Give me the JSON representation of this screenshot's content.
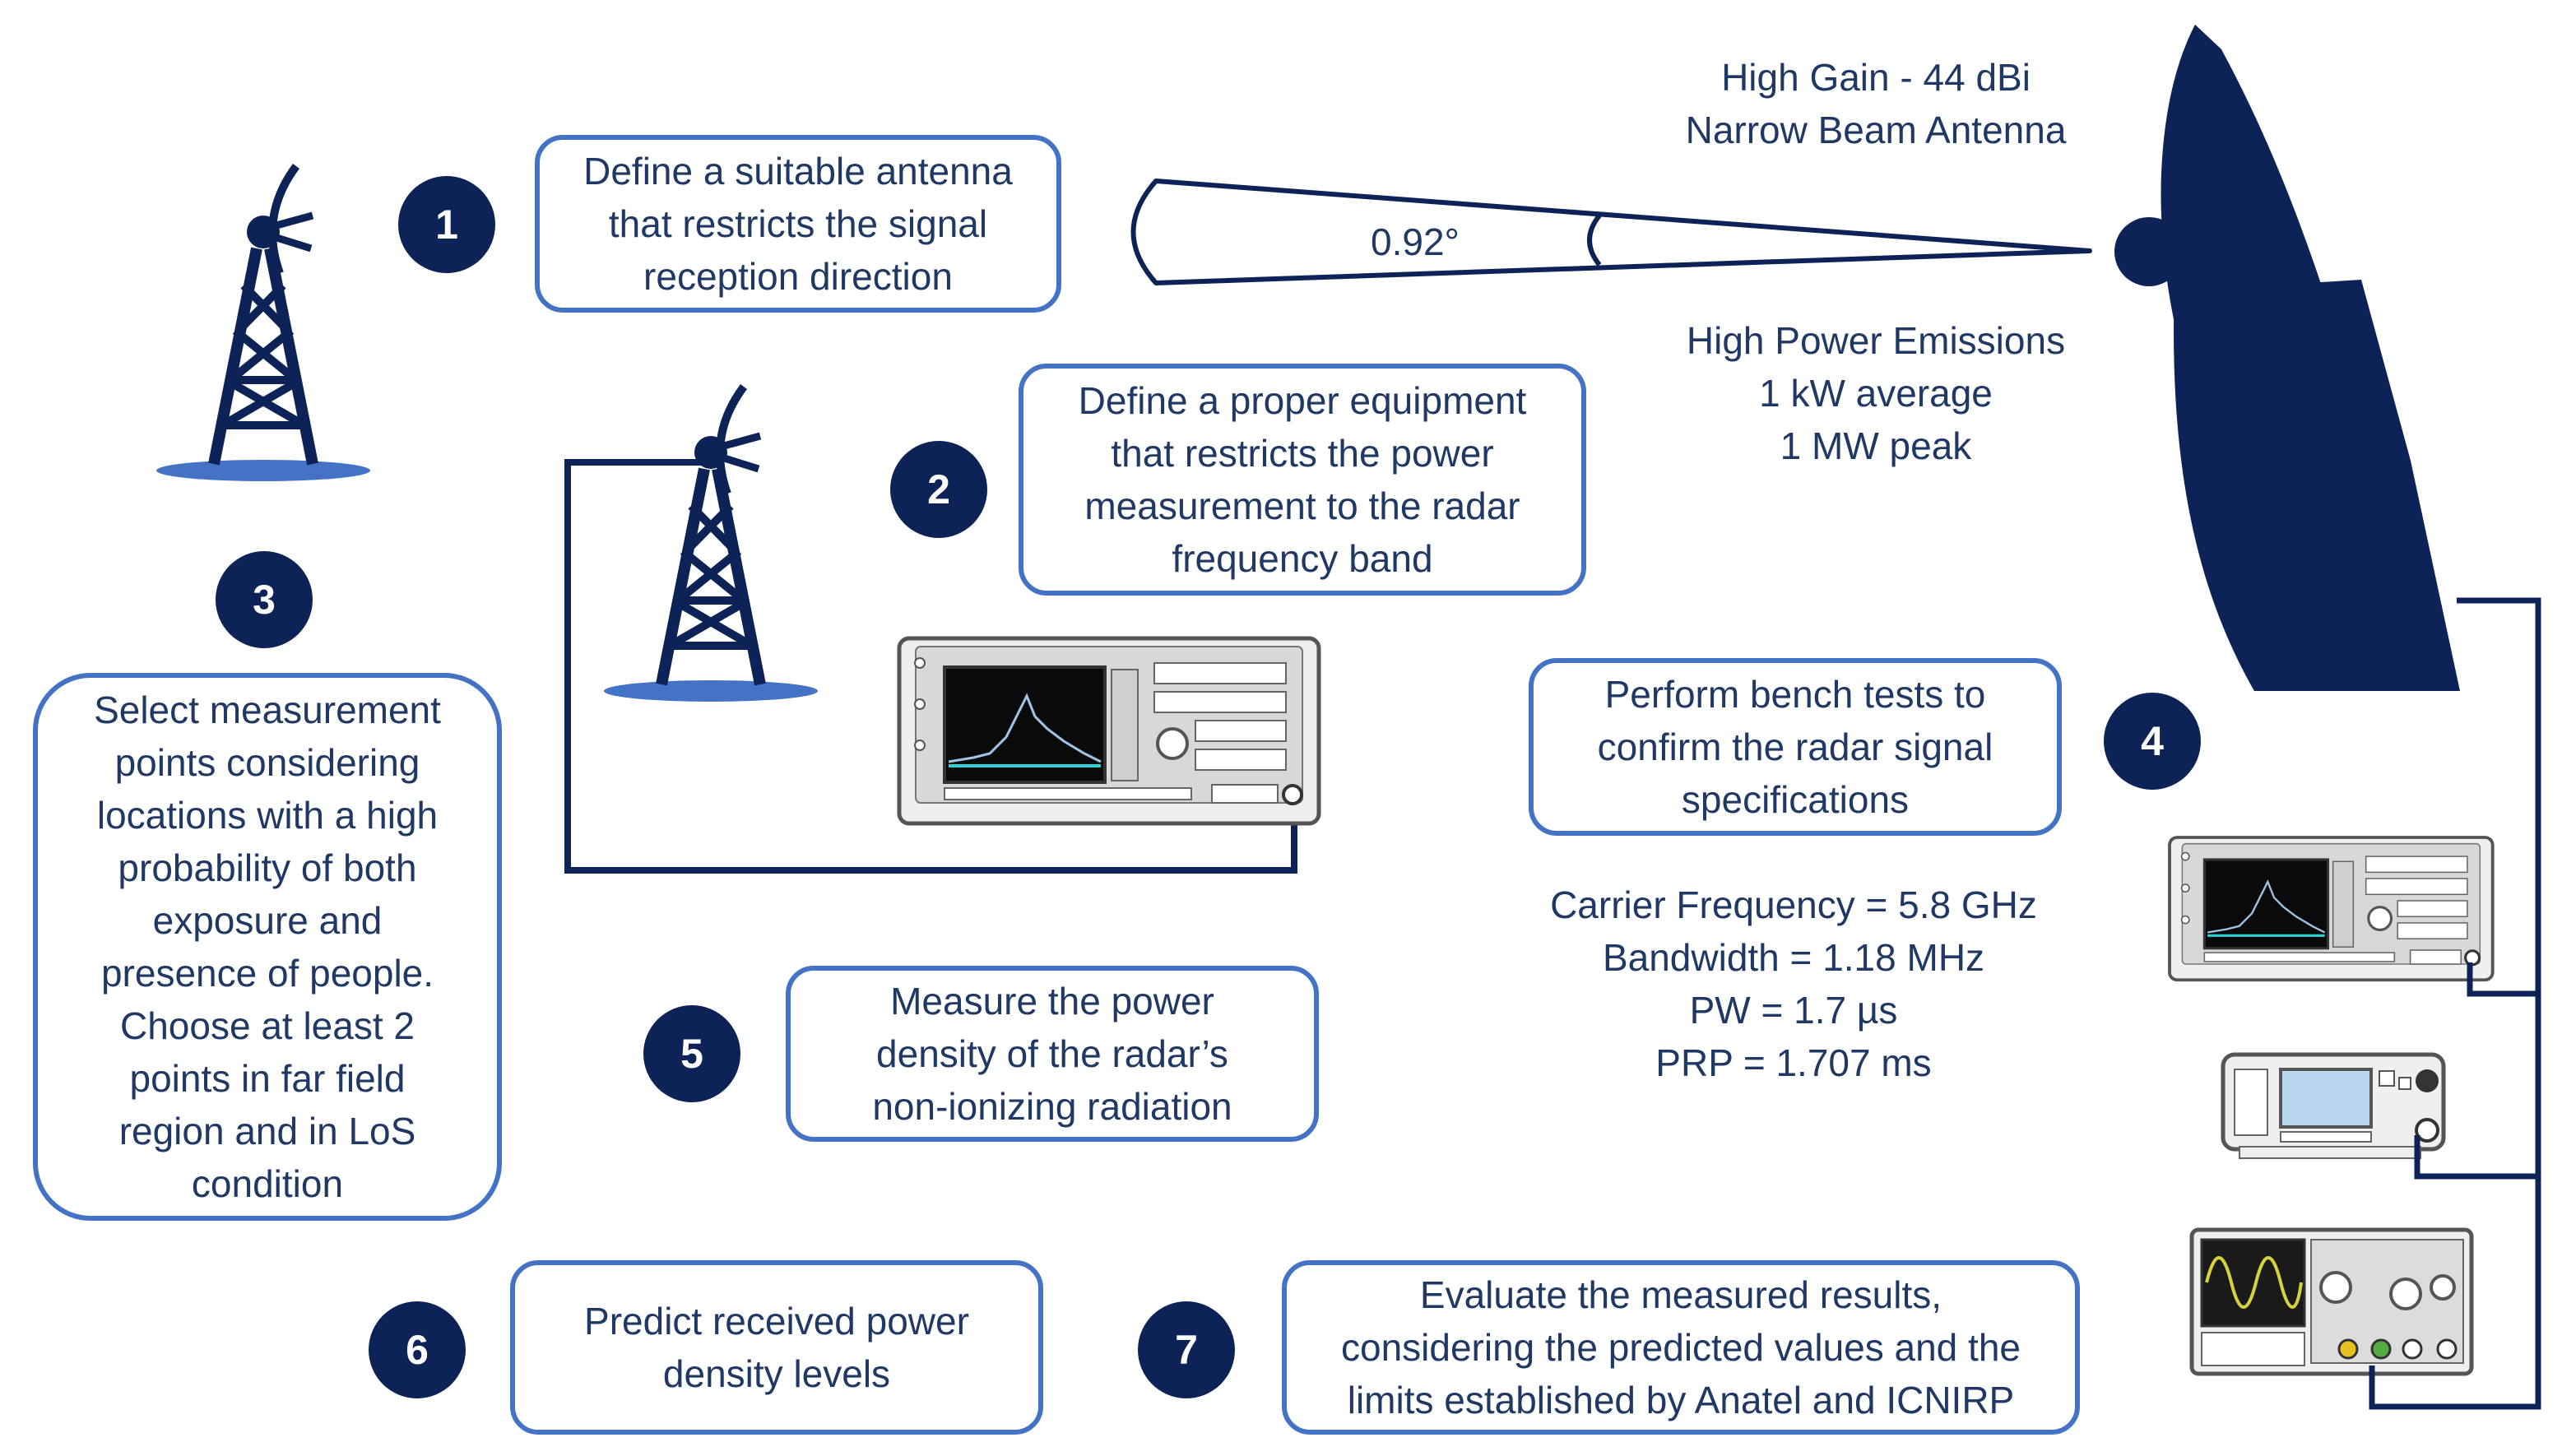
{
  "steps": [
    {
      "number": "1",
      "text": "Define a suitable antenna\nthat restricts the signal\nreception direction"
    },
    {
      "number": "2",
      "text": "Define a proper equipment\nthat restricts the power\nmeasurement to the radar\nfrequency band"
    },
    {
      "number": "3",
      "text": "Select measurement\npoints considering\nlocations with a high\nprobability of both\nexposure and\npresence of people.\nChoose at least 2\npoints in far field\nregion and in LoS\ncondition"
    },
    {
      "number": "4",
      "text": "Perform bench tests to\nconfirm the radar signal\nspecifications"
    },
    {
      "number": "5",
      "text": "Measure the power\ndensity of the radar’s\nnon-ionizing radiation"
    },
    {
      "number": "6",
      "text": "Predict received power\ndensity levels"
    },
    {
      "number": "7",
      "text": "Evaluate the measured results,\nconsidering the predicted values and the\nlimits established by Anatel and ICNIRP"
    }
  ],
  "beam": {
    "angle_label": "0.92°"
  },
  "antenna_spec": "High Gain - 44 dBi\nNarrow Beam Antenna",
  "emission_spec": "High Power Emissions\n1 kW average\n1 MW peak",
  "signal_spec": "Carrier Frequency = 5.8 GHz\nBandwidth = 1.18 MHz\nPW = 1.7 µs\nPRP = 1.707 ms",
  "colors": {
    "navy": "#0d2357",
    "accent": "#4472c4",
    "text": "#1f3864"
  }
}
